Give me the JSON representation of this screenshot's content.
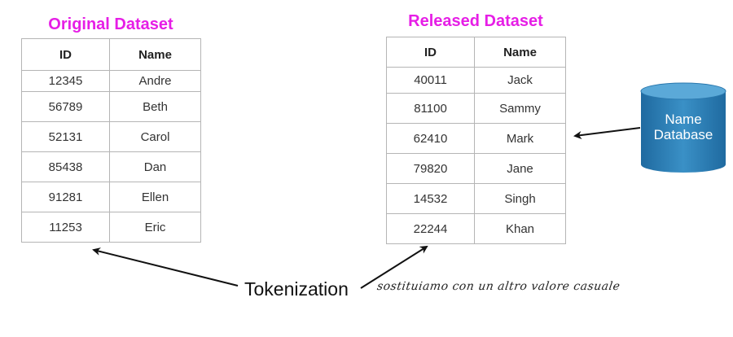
{
  "original": {
    "title": "Original Dataset",
    "headers": [
      "ID",
      "Name"
    ],
    "rows": [
      [
        "12345",
        "Andre"
      ],
      [
        "56789",
        "Beth"
      ],
      [
        "52131",
        "Carol"
      ],
      [
        "85438",
        "Dan"
      ],
      [
        "91281",
        "Ellen"
      ],
      [
        "11253",
        "Eric"
      ]
    ]
  },
  "released": {
    "title": "Released Dataset",
    "headers": [
      "ID",
      "Name"
    ],
    "rows": [
      [
        "40011",
        "Jack"
      ],
      [
        "81100",
        "Sammy"
      ],
      [
        "62410",
        "Mark"
      ],
      [
        "79820",
        "Jane"
      ],
      [
        "14532",
        "Singh"
      ],
      [
        "22244",
        "Khan"
      ]
    ]
  },
  "database": {
    "label_line1": "Name",
    "label_line2": "Database",
    "color": "#2f7fb3"
  },
  "process_label": "Tokenization",
  "handwritten_note": "sostituiamo con un altro valore casuale",
  "title_color": "#e61ee6"
}
